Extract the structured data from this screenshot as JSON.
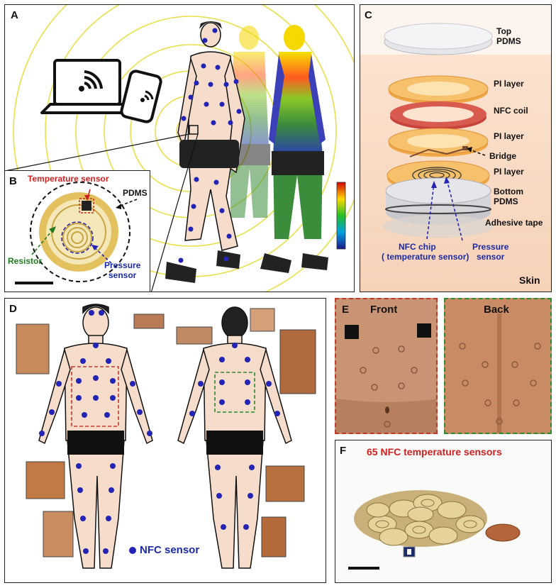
{
  "panels": {
    "a": {
      "label": "A"
    },
    "b": {
      "label": "B",
      "temperature_sensor": "Temperature sensor",
      "pdms": "PDMS",
      "resistor": "Resistor",
      "pressure_sensor_line1": "Pressure",
      "pressure_sensor_line2": "sensor"
    },
    "c": {
      "label": "C",
      "top_pdms_line1": "Top",
      "top_pdms_line2": "PDMS",
      "pi_layer_1": "PI layer",
      "nfc_coil": "NFC coil",
      "pi_layer_2": "PI layer",
      "bridge": "Bridge",
      "pi_layer_3": "PI layer",
      "bottom_pdms_line1": "Bottom",
      "bottom_pdms_line2": "PDMS",
      "adhesive_tape": "Adhesive tape",
      "nfc_chip_line1": "NFC chip",
      "nfc_chip_line2": "( temperature sensor)",
      "pressure_line1": "Pressure",
      "pressure_line2": "sensor",
      "skin": "Skin"
    },
    "d": {
      "label": "D",
      "legend": "NFC  sensor"
    },
    "e": {
      "label": "E",
      "front": "Front",
      "back": "Back"
    },
    "f": {
      "label": "F",
      "title": "65 NFC temperature sensors"
    }
  },
  "colors": {
    "sensor_dot": "#2323b5",
    "skin": "#f6dccb",
    "ring": "#e8e04a",
    "red_label": "#d02020",
    "blue_label": "#1a2aa8",
    "green_label": "#1f7a1f",
    "red_box": "#c0392b",
    "green_box": "#2e8b2e"
  }
}
